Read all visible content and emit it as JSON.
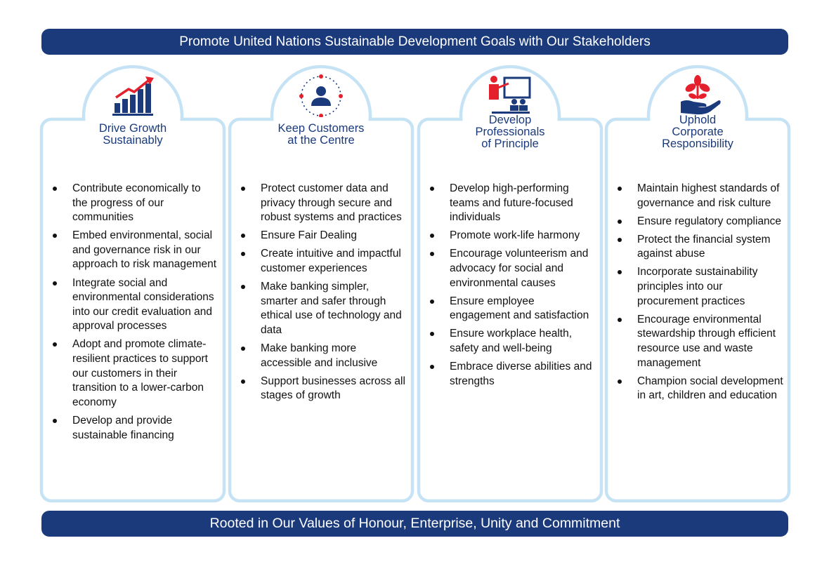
{
  "header": {
    "title": "Promote United Nations Sustainable Development Goals with Our Stakeholders"
  },
  "footer": {
    "title": "Rooted in Our Values of Honour, Enterprise, Unity and Commitment"
  },
  "colors": {
    "navy": "#1a3a7c",
    "red": "#e4202c",
    "light_blue": "#c6e3f5"
  },
  "pillars": [
    {
      "icon": "growth-chart-icon",
      "title_lines": [
        "Drive Growth",
        "Sustainably"
      ],
      "items": [
        "Contribute economically to the progress of our communities",
        "Embed environmental, social and governance risk in our approach to risk management",
        "Integrate social and environmental considerations into our credit evaluation and approval processes",
        "Adopt and promote climate-resilient practices to support our customers in their transition to a lower-carbon economy",
        "Develop and provide sustainable financing"
      ]
    },
    {
      "icon": "customer-centre-icon",
      "title_lines": [
        "Keep Customers",
        "at the Centre"
      ],
      "items": [
        "Protect customer data and privacy through secure and robust systems and practices",
        "Ensure Fair Dealing",
        "Create intuitive and impactful customer experiences",
        "Make banking simpler, smarter and safer through ethical use of technology and data",
        "Make banking more accessible and inclusive",
        "Support businesses across all stages of growth"
      ]
    },
    {
      "icon": "presentation-icon",
      "title_lines": [
        "Develop",
        "Professionals",
        "of Principle"
      ],
      "items": [
        "Develop high-performing teams and future-focused individuals",
        "Promote work-life harmony",
        "Encourage volunteerism and advocacy for social and environmental causes",
        "Ensure employee engagement and satisfaction",
        "Ensure workplace health, safety and well-being",
        "Embrace diverse abilities and strengths"
      ]
    },
    {
      "icon": "hand-plant-icon",
      "title_lines": [
        "Uphold",
        "Corporate",
        "Responsibility"
      ],
      "items": [
        "Maintain highest standards of governance and risk culture",
        "Ensure regulatory compliance",
        "Protect the financial system against abuse",
        "Incorporate sustainability principles into our procurement practices",
        "Encourage environmental stewardship through efficient resource use and waste management",
        "Champion social development in art, children and education"
      ]
    }
  ]
}
